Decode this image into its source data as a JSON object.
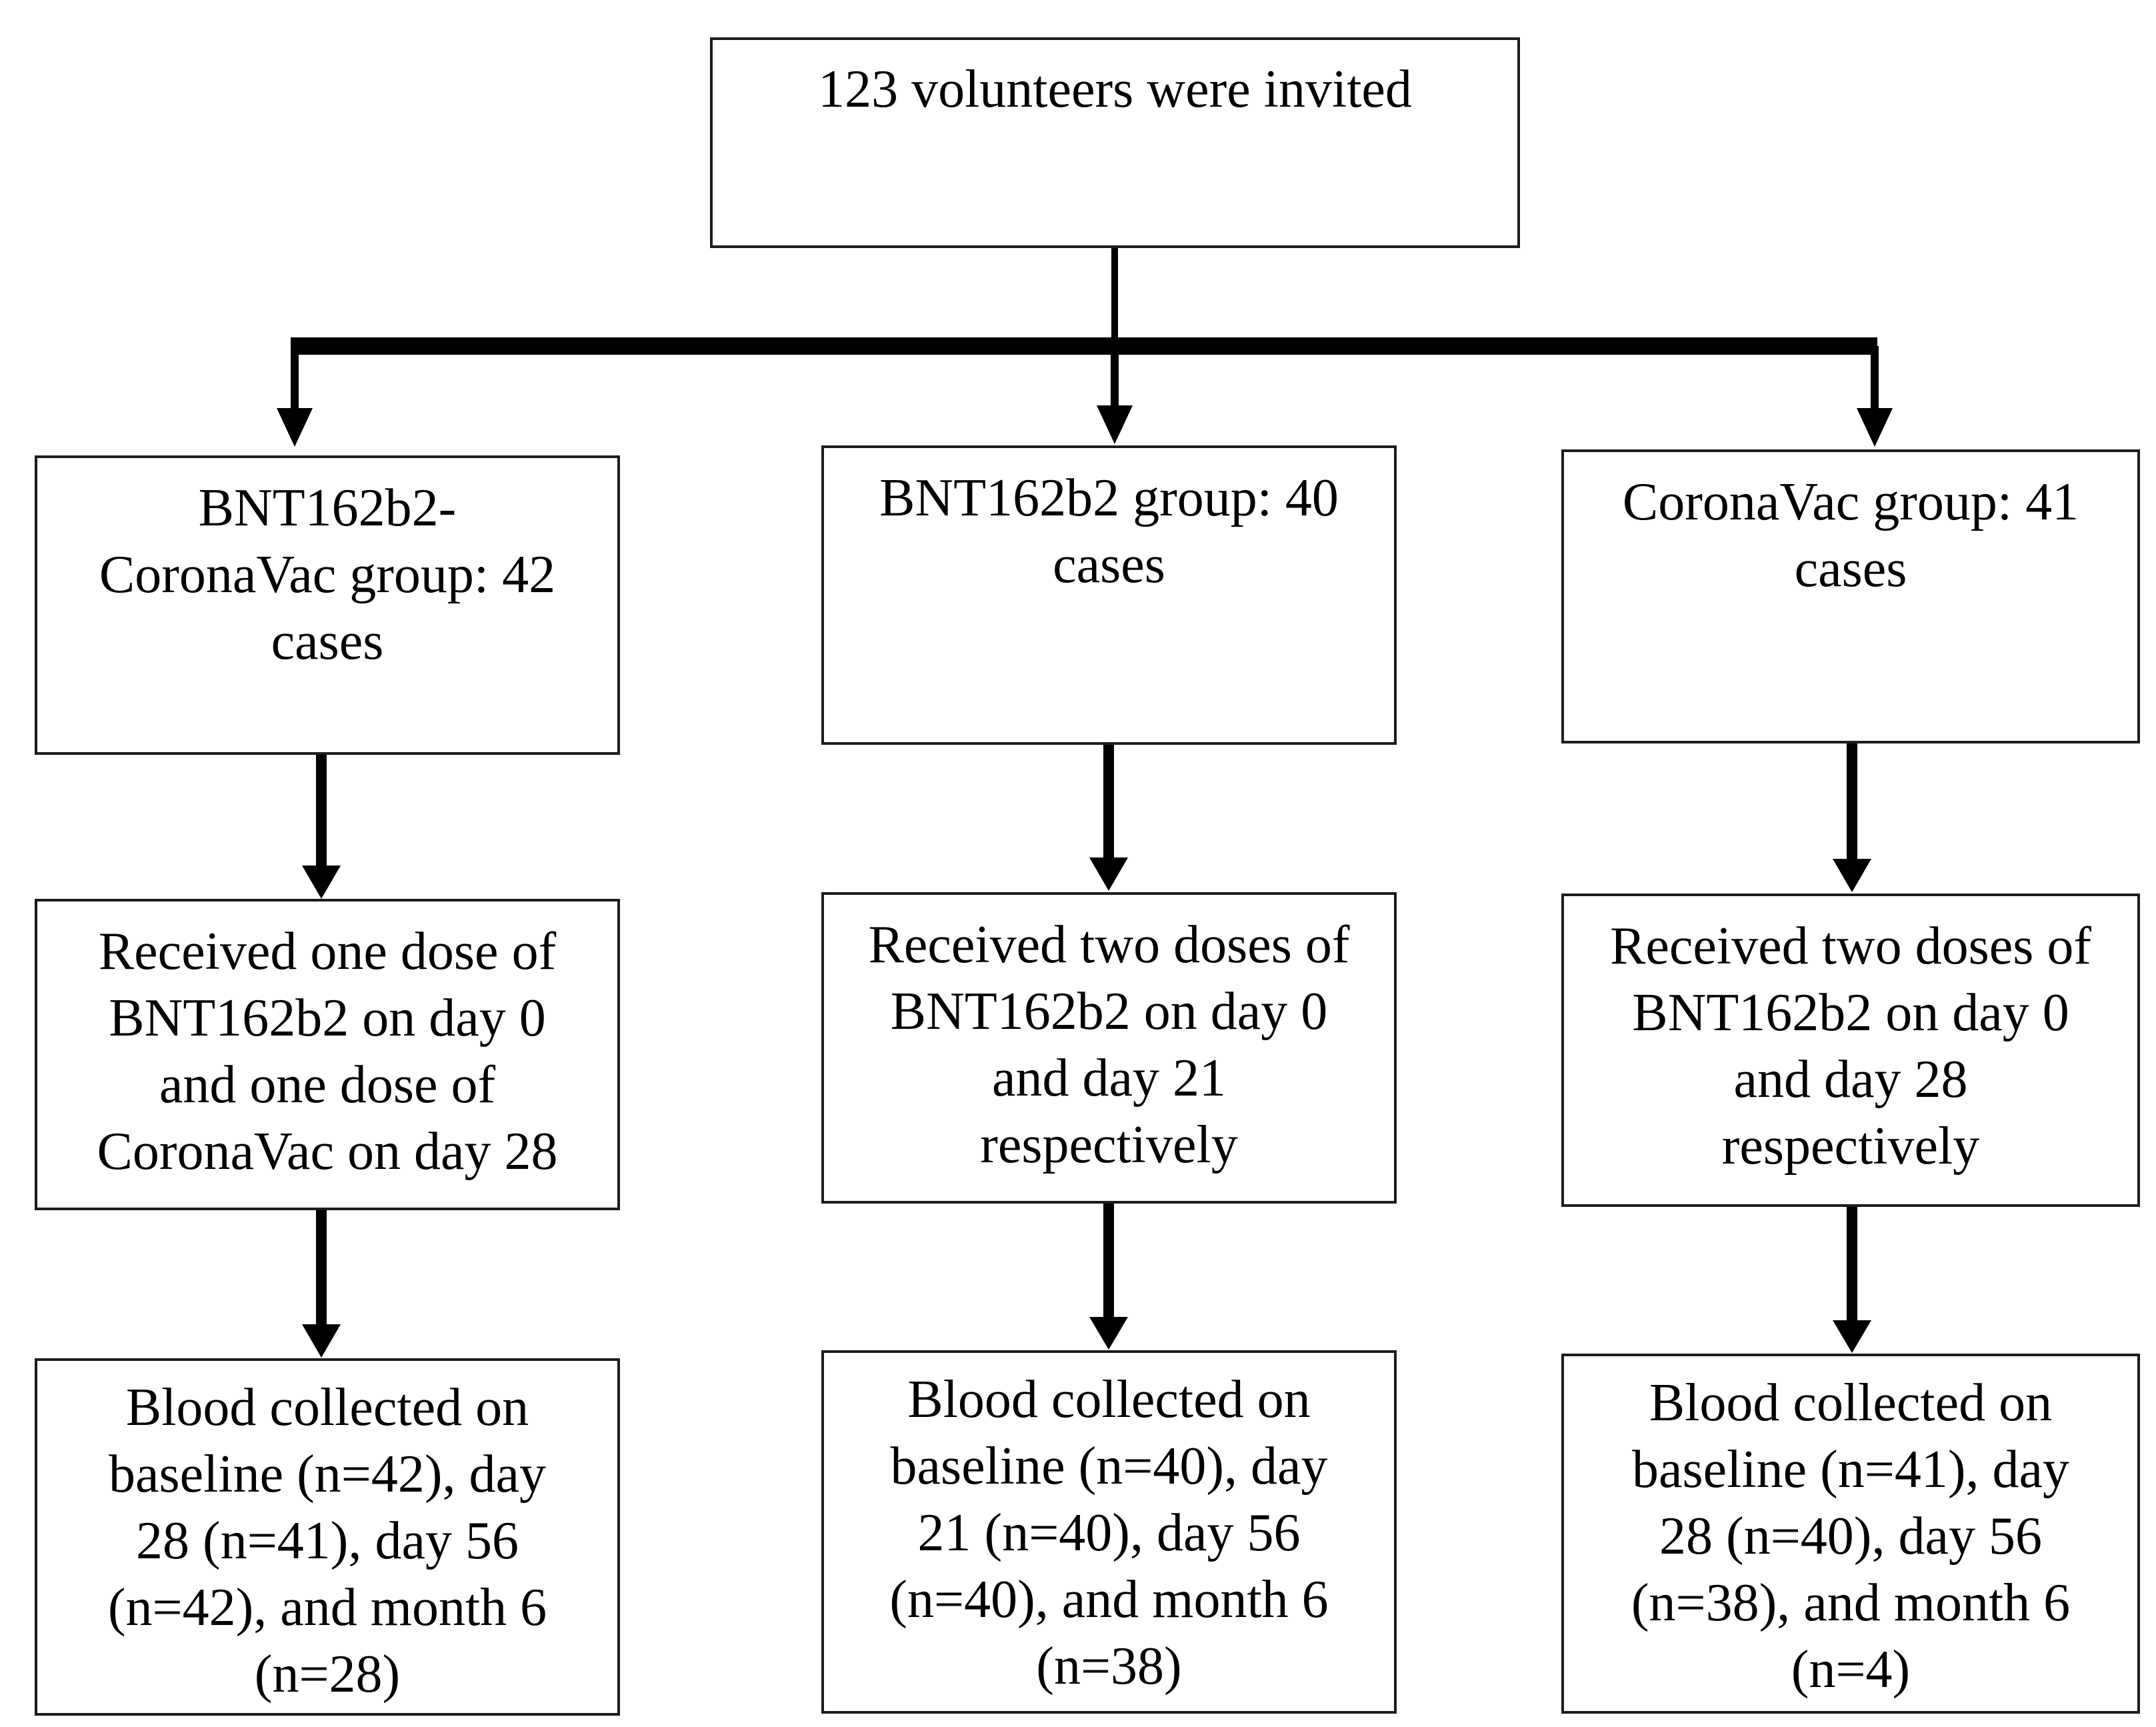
{
  "diagram": {
    "top_box": "123 volunteers were invited",
    "columns": [
      {
        "group_lines": [
          "BNT162b2-",
          "CoronaVac group: 42",
          "cases"
        ],
        "dose_lines": [
          "Received one dose of",
          "BNT162b2 on day 0",
          "and one dose of",
          "CoronaVac on day 28"
        ],
        "blood_lines": [
          "Blood collected on",
          "baseline (n=42), day",
          "28 (n=41), day 56",
          "(n=42), and month 6",
          "(n=28)"
        ]
      },
      {
        "group_lines": [
          "BNT162b2 group: 40",
          "cases"
        ],
        "dose_lines": [
          "Received two doses of",
          "BNT162b2 on day 0",
          "and day 21",
          "respectively"
        ],
        "blood_lines": [
          "Blood collected on",
          "baseline (n=40), day",
          "21 (n=40), day 56",
          "(n=40), and month 6",
          "(n=38)"
        ]
      },
      {
        "group_lines": [
          "CoronaVac group: 41",
          "cases"
        ],
        "dose_lines": [
          "Received two doses of",
          "BNT162b2 on day 0",
          "and day 28",
          "respectively"
        ],
        "blood_lines": [
          "Blood collected on",
          "baseline (n=41), day",
          "28 (n=40), day 56",
          "(n=38), and month 6",
          "(n=4)"
        ]
      }
    ],
    "colors": {
      "line": "#000000",
      "border": "#1c1c1c",
      "text": "#000000",
      "background": "#ffffff"
    }
  }
}
